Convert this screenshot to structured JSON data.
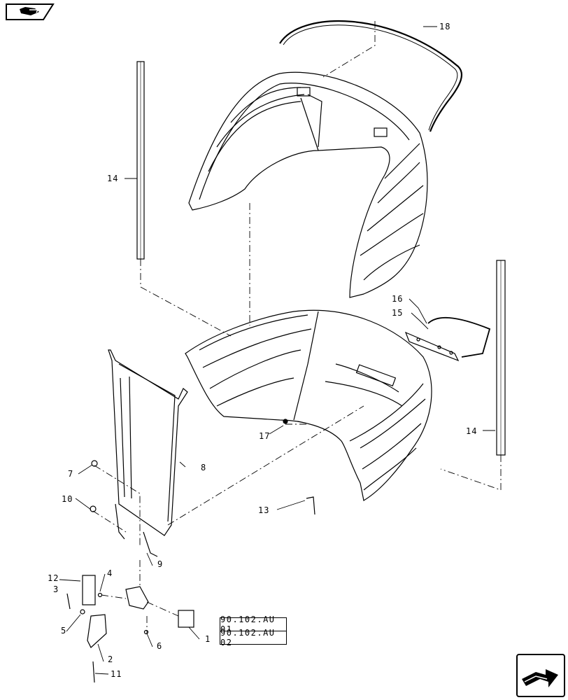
{
  "callouts": {
    "c1": "1",
    "c2": "2",
    "c3": "3",
    "c4": "4",
    "c5": "5",
    "c6": "6",
    "c7": "7",
    "c8": "8",
    "c9": "9",
    "c10": "10",
    "c11": "11",
    "c12": "12",
    "c13": "13",
    "c14a": "14",
    "c14b": "14",
    "c15": "15",
    "c16": "16",
    "c17": "17",
    "c18": "18"
  },
  "references": {
    "ref1": "90.102.AU 01",
    "ref2": "90.102.AU 02"
  },
  "icons": {
    "top_left": "book-icon",
    "bottom_right": "next-page-arrow-icon"
  }
}
